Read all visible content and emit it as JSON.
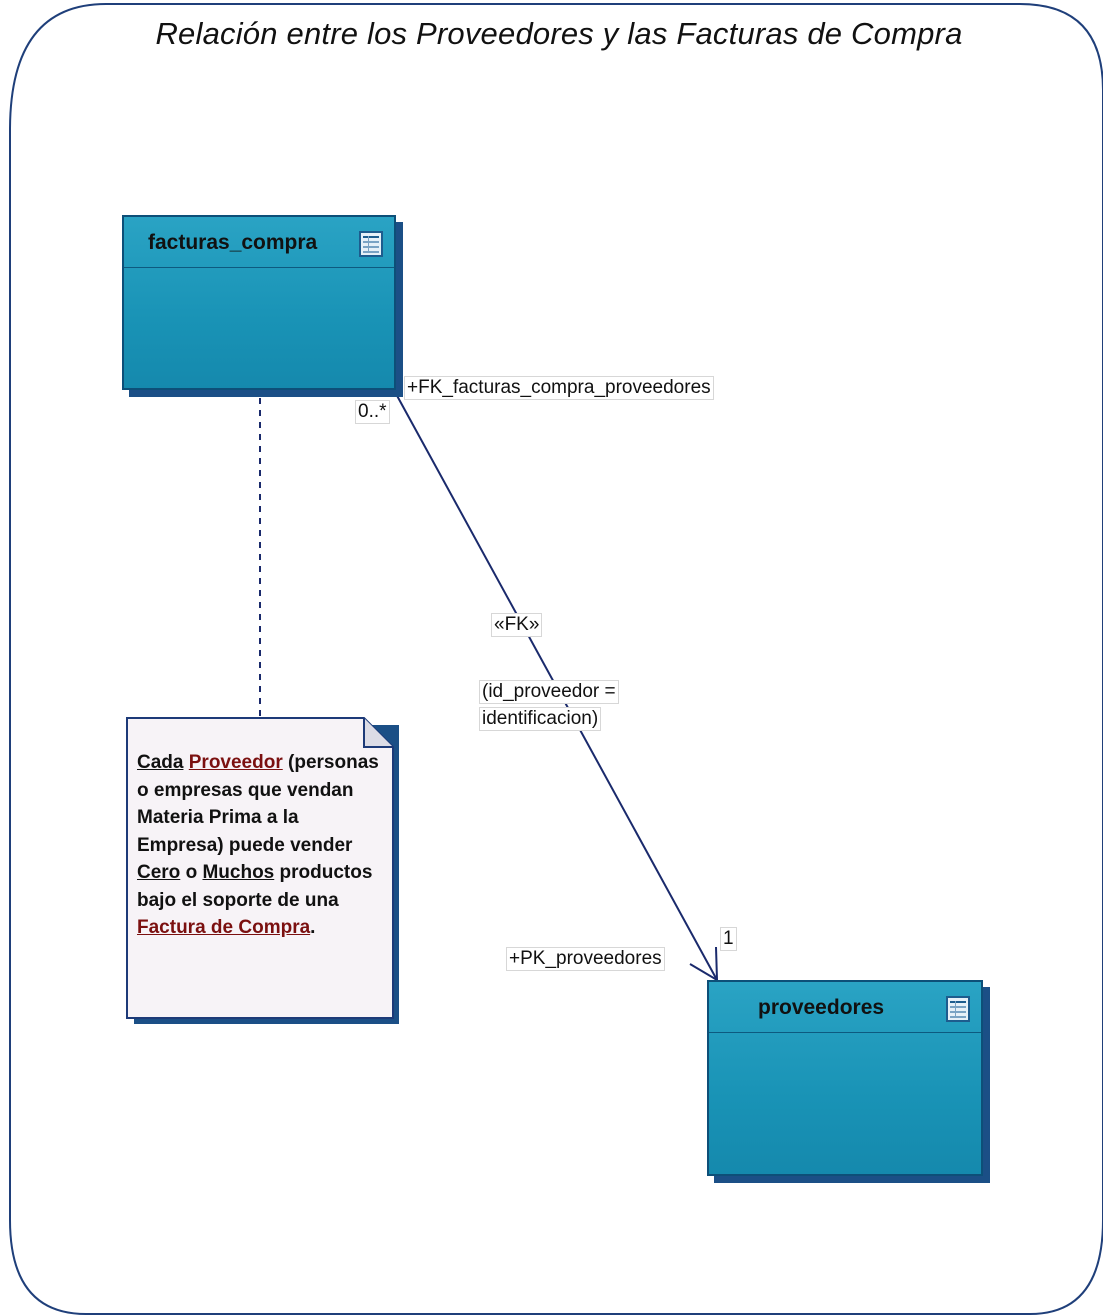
{
  "title": "Relación entre los Proveedores y las Facturas de Compra",
  "entities": {
    "facturas": {
      "name": "facturas_compra",
      "icon": "table-icon"
    },
    "proveedores": {
      "name": "proveedores",
      "icon": "table-icon"
    }
  },
  "relationship": {
    "fk_role": "+FK_facturas_compra_proveedores",
    "fk_multiplicity": "0..*",
    "stereotype": "«FK»",
    "condition_line1": "(id_proveedor =",
    "condition_line2": "identificacion)",
    "pk_role": "+PK_proveedores",
    "pk_multiplicity": "1"
  },
  "note": {
    "w_cada": "Cada",
    "w_proveedor": "Proveedor",
    "t1": "(personas o empresas que vendan Materia Prima a la Empresa) puede vender ",
    "w_cero": "Cero",
    "t2": " o ",
    "w_muchos": "Muchos",
    "t3": " productos bajo el soporte de una ",
    "w_factura": "Factura de Compra",
    "t4": "."
  },
  "colors": {
    "entity_fill": "#1993b6",
    "entity_border": "#0d4f78",
    "entity_shadow": "#1b4f86",
    "association_line": "#1a2a6c",
    "highlight_text": "#7b1010",
    "note_fill": "#f7f3f7"
  }
}
